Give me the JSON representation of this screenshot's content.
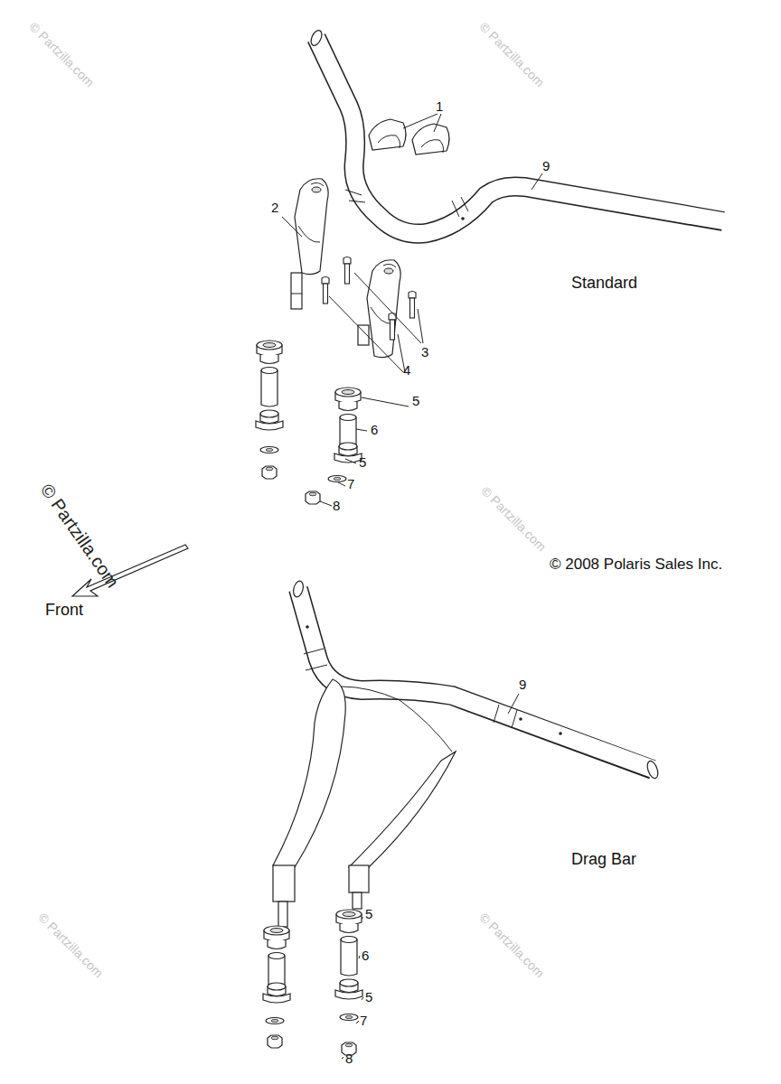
{
  "diagram": {
    "labels": [
      "© Partzilla.com",
      "1",
      "© Partzilla.com",
      "9",
      "2",
      "Standard",
      "3",
      "4",
      "5",
      "6",
      "5",
      "7",
      "8",
      "© Partzilla.com",
      "© Partzilla.com",
      "© 2008 Polaris Sales Inc.",
      "Front",
      "9",
      "Drag Bar",
      "5",
      "6",
      "5",
      "7",
      "8",
      "© Partzilla.com",
      "© Partzilla.com"
    ]
  }
}
